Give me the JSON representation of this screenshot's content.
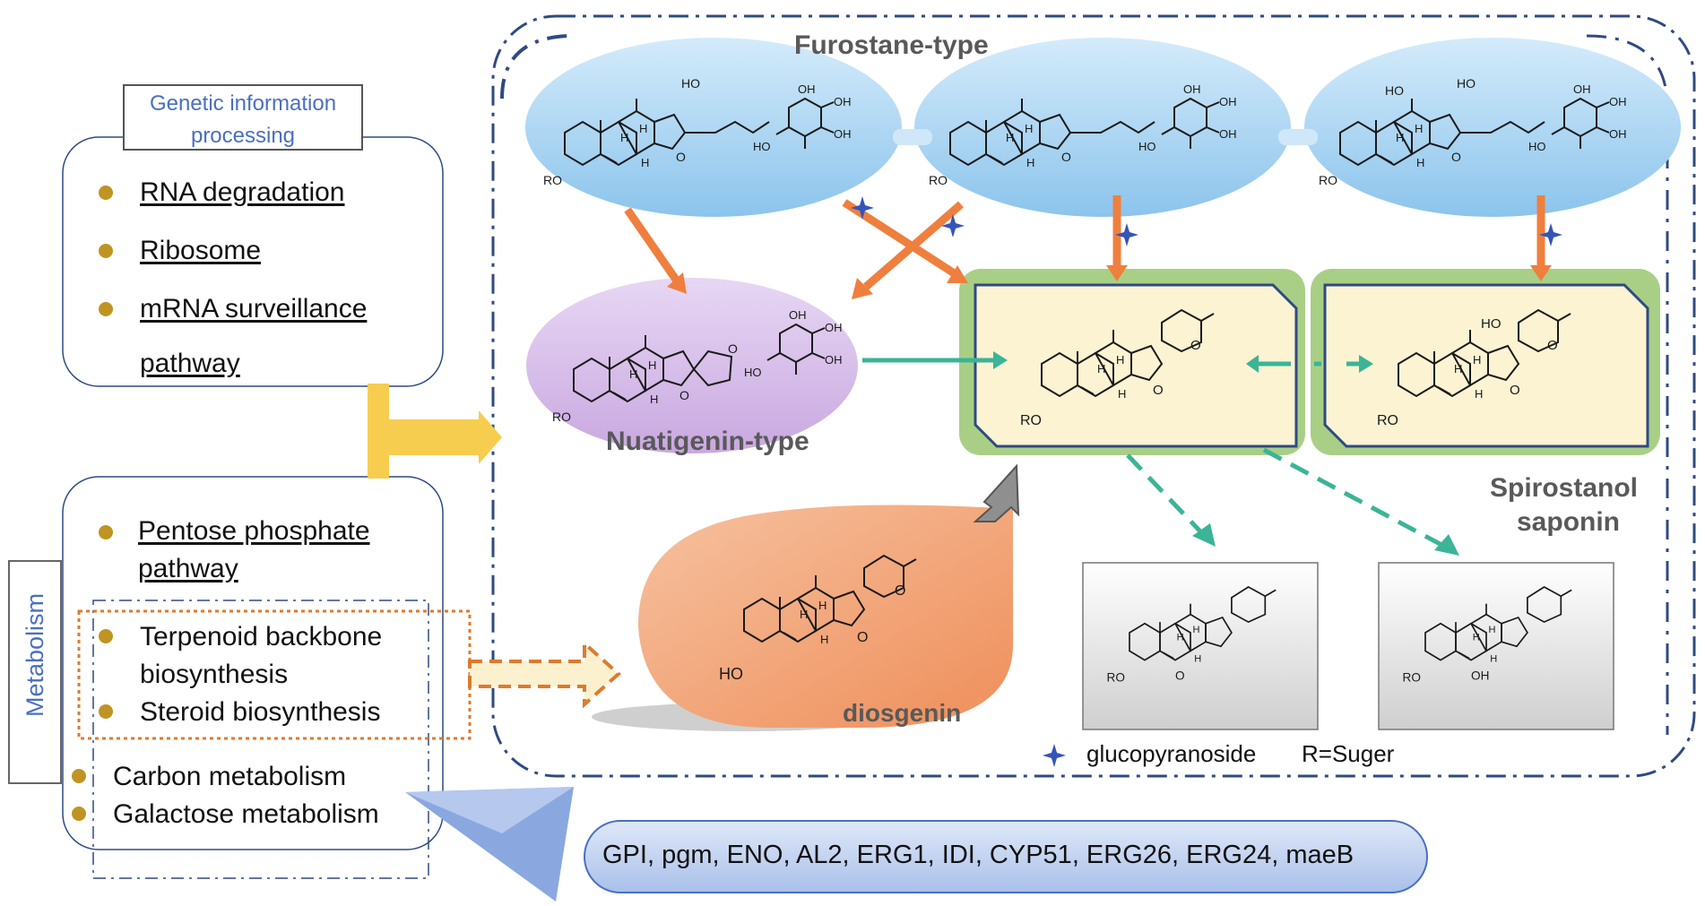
{
  "colors": {
    "orange_arrow": "#ef7f3e",
    "teal_arrow": "#3cb497",
    "navy_border": "#2f4a82",
    "yellow_connector": "#f7cd4f",
    "blue_ellipse": "#a9d4f2",
    "purple_ellipse": "#d7bfe8",
    "green_box": "#a9cf86",
    "cream_box": "#fbf3d2",
    "diosgenin_fill": "#f2a276",
    "metabolism_dot": "#c09422",
    "dashed_orange": "#de7a2e",
    "gene_pill": "#c2d4f1"
  },
  "genetic_panel": {
    "header": "Genetic information processing",
    "items": [
      "RNA degradation",
      "Ribosome",
      "mRNA surveillance",
      "pathway"
    ]
  },
  "metabolism_panel": {
    "side_label": "Metabolism",
    "items": [
      "Pentose phosphate",
      "pathway",
      "Terpenoid backbone",
      "biosynthesis",
      "Steroid biosynthesis",
      "Carbon metabolism",
      "Galactose metabolism"
    ]
  },
  "labels": {
    "furostane": "Furostane-type",
    "nuatigenin": "Nuatigenin-type",
    "spirostanol": "Spirostanol",
    "saponin": "saponin",
    "diosgenin": "diosgenin",
    "legend_glucopyranoside": "glucopyranoside",
    "legend_r": "R=Suger"
  },
  "genes": "GPI, pgm, ENO, AL2, ERG1, IDI, CYP51, ERG26, ERG24, maeB",
  "icons": [
    "star-icon",
    "steroid-structure-icon",
    "sugar-ring-icon"
  ]
}
